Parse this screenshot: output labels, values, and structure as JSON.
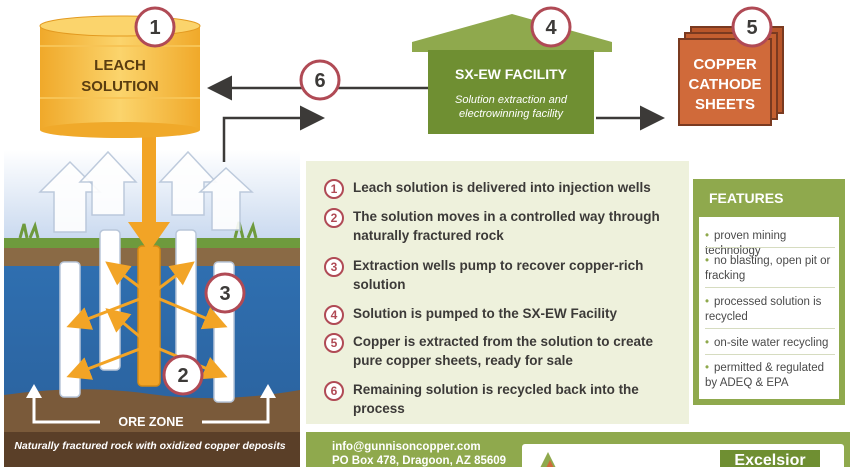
{
  "leach": {
    "line1": "LEACH",
    "line2": "SOLUTION",
    "badge": "1"
  },
  "sxew": {
    "title": "SX-EW FACILITY",
    "subtitle_line1": "Solution extraction and",
    "subtitle_line2": "electrowinning facility",
    "badge": "4"
  },
  "cathode": {
    "line1": "COPPER",
    "line2": "CATHODE",
    "line3": "SHEETS",
    "badge": "5"
  },
  "recycle_badge": "6",
  "ore": {
    "label": "ORE ZONE",
    "caption": "Naturally fractured rock with oxidized copper deposits",
    "badge_extraction": "3",
    "badge_flow": "2"
  },
  "steps": [
    {
      "num": "1",
      "text": "Leach solution is delivered into injection wells"
    },
    {
      "num": "2",
      "text": "The solution moves in a controlled way through naturally fractured rock"
    },
    {
      "num": "3",
      "text": "Extraction wells pump to recover copper-rich solution"
    },
    {
      "num": "4",
      "text": "Solution is pumped to the SX-EW Facility"
    },
    {
      "num": "5",
      "text": "Copper is extracted from the solution to create pure copper sheets, ready for sale"
    },
    {
      "num": "6",
      "text": "Remaining solution is recycled back into the process"
    }
  ],
  "features": {
    "title": "FEATURES",
    "items": [
      "proven mining technology",
      "no blasting, open pit or fracking",
      "processed solution is recycled",
      "on-site water recycling",
      "permitted & regulated by ADEQ & EPA"
    ]
  },
  "contact": {
    "email": "info@gunnisoncopper.com",
    "address": "PO Box 478, Dragoon, AZ 85609",
    "logo_text": "Excelsior"
  },
  "colors": {
    "accent_green": "#8fa94d",
    "copper": "#d06a3a",
    "gold": "#f5b335",
    "badge_ring": "#b04a55"
  }
}
